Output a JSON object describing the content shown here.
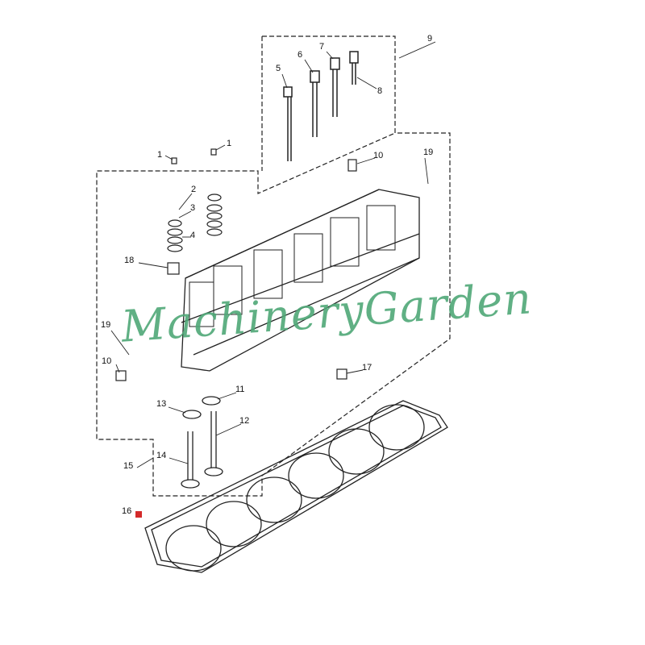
{
  "diagram": {
    "title": "Cylinder head exploded parts view",
    "callouts": [
      "1",
      "1",
      "2",
      "3",
      "4",
      "5",
      "6",
      "7",
      "8",
      "9",
      "10",
      "10",
      "11",
      "12",
      "13",
      "14",
      "15",
      "16",
      "17",
      "18",
      "19",
      "19"
    ],
    "watermark": "MachineryGarden",
    "colors": {
      "watermark": "#4fa877",
      "marker": "#d42a2a",
      "line": "#222222"
    }
  }
}
